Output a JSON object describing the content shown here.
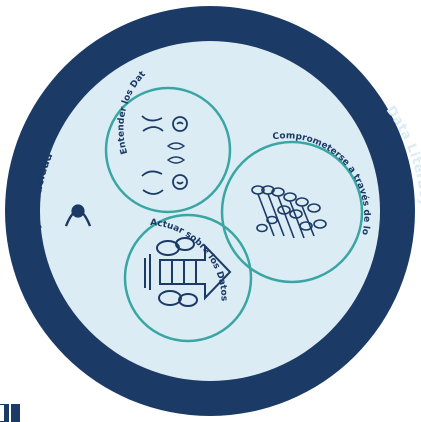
{
  "outer_label": "Data Literacy",
  "side_label": "Ética y Privacidad",
  "circles": {
    "understand": "Entender los Datos",
    "engage": "Comprometerse a través de los Datos",
    "act": "Actuar sobre los Datos"
  },
  "colors": {
    "outer_ring": "#1b3a66",
    "inner_fill": "#dbecf4",
    "circle_stroke": "#3aa6a4",
    "text_dark": "#1b3a66",
    "text_light": "#ffffff"
  },
  "icons": [
    "eye-icon",
    "people-emotions-icon",
    "crowd-icon",
    "arrow-people-icon",
    "logo-mark"
  ]
}
